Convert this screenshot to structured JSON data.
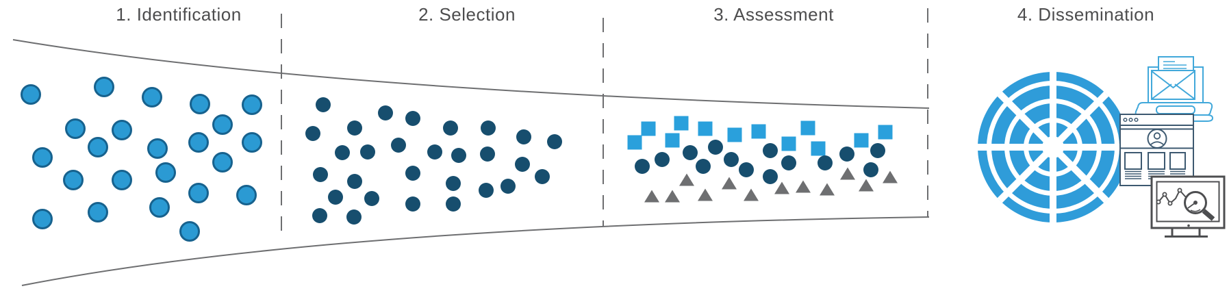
{
  "stages": [
    {
      "label": "1. Identification"
    },
    {
      "label": "2. Selection"
    },
    {
      "label": "3. Assessment"
    },
    {
      "label": "4. Dissemination"
    }
  ],
  "colors": {
    "title_text": "#4D4D4E",
    "funnel_line_gray": "#6D6E70",
    "study_fill_light": "#2B9AD3",
    "study_stroke_light": "#17628E",
    "study_fill_dark": "#174E6E",
    "square_blue": "#2AA0DC",
    "triangle_gray": "#6E6F71",
    "wheel_blue": "#2F9CD9",
    "laptop_blue": "#41A8DA",
    "browser_outline": "#3D5970",
    "monitor_outline": "#4D4E50"
  },
  "scatter": {
    "identification_circles": {
      "r": 13.5,
      "points": [
        [
          45,
          138
        ],
        [
          152,
          127
        ],
        [
          222,
          142
        ],
        [
          292,
          152
        ],
        [
          368,
          153
        ],
        [
          110,
          188
        ],
        [
          178,
          190
        ],
        [
          325,
          182
        ],
        [
          290,
          208
        ],
        [
          368,
          208
        ],
        [
          143,
          215
        ],
        [
          230,
          217
        ],
        [
          62,
          230
        ],
        [
          325,
          237
        ],
        [
          242,
          252
        ],
        [
          107,
          263
        ],
        [
          178,
          263
        ],
        [
          290,
          282
        ],
        [
          360,
          285
        ],
        [
          233,
          303
        ],
        [
          143,
          310
        ],
        [
          62,
          320
        ],
        [
          277,
          338
        ]
      ]
    },
    "selection_circles": {
      "r": 11,
      "points": [
        [
          472,
          153
        ],
        [
          563,
          165
        ],
        [
          603,
          173
        ],
        [
          658,
          187
        ],
        [
          713,
          187
        ],
        [
          457,
          195
        ],
        [
          518,
          187
        ],
        [
          765,
          200
        ],
        [
          810,
          207
        ],
        [
          582,
          212
        ],
        [
          500,
          223
        ],
        [
          537,
          222
        ],
        [
          635,
          222
        ],
        [
          670,
          227
        ],
        [
          712,
          225
        ],
        [
          763,
          240
        ],
        [
          792,
          258
        ],
        [
          468,
          255
        ],
        [
          518,
          265
        ],
        [
          603,
          253
        ],
        [
          662,
          268
        ],
        [
          710,
          278
        ],
        [
          742,
          272
        ],
        [
          490,
          288
        ],
        [
          543,
          290
        ],
        [
          603,
          298
        ],
        [
          662,
          298
        ],
        [
          467,
          315
        ],
        [
          517,
          317
        ]
      ]
    },
    "assessment_squares": {
      "size": 21,
      "points": [
        [
          927,
          208
        ],
        [
          947,
          188
        ],
        [
          995,
          180
        ],
        [
          982,
          205
        ],
        [
          1030,
          188
        ],
        [
          1073,
          197
        ],
        [
          1108,
          192
        ],
        [
          1152,
          210
        ],
        [
          1180,
          187
        ],
        [
          1195,
          217
        ],
        [
          1258,
          205
        ],
        [
          1293,
          193
        ]
      ]
    },
    "assessment_circles": {
      "r": 11,
      "points": [
        [
          938,
          243
        ],
        [
          967,
          233
        ],
        [
          1008,
          223
        ],
        [
          1027,
          243
        ],
        [
          1045,
          215
        ],
        [
          1068,
          233
        ],
        [
          1090,
          248
        ],
        [
          1125,
          220
        ],
        [
          1125,
          258
        ],
        [
          1152,
          238
        ],
        [
          1205,
          238
        ],
        [
          1237,
          225
        ],
        [
          1272,
          248
        ],
        [
          1282,
          220
        ]
      ]
    },
    "assessment_triangles": {
      "base": 22,
      "height": 17,
      "points": [
        [
          1003,
          263
        ],
        [
          1065,
          268
        ],
        [
          952,
          287
        ],
        [
          982,
          287
        ],
        [
          1030,
          285
        ],
        [
          1097,
          285
        ],
        [
          1142,
          275
        ],
        [
          1173,
          273
        ],
        [
          1208,
          277
        ],
        [
          1238,
          254
        ],
        [
          1265,
          271
        ],
        [
          1300,
          259
        ]
      ]
    }
  },
  "icons": [
    {
      "name": "radial-wheel-icon"
    },
    {
      "name": "email-laptop-icon"
    },
    {
      "name": "profile-webpage-icon"
    },
    {
      "name": "analytics-monitor-icon"
    }
  ]
}
